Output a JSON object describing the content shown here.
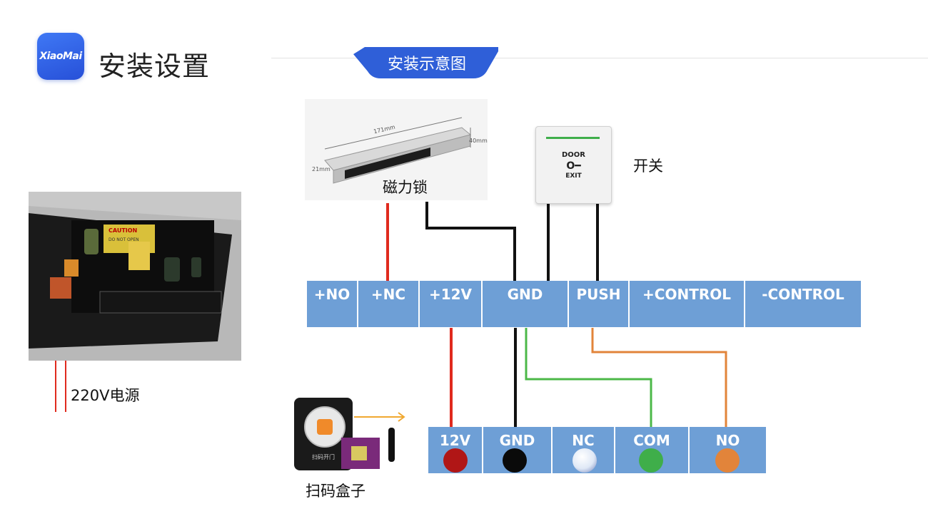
{
  "header": {
    "logo_text": "XiaoMai",
    "title": "安装设置",
    "tab_label": "安装示意图"
  },
  "labels": {
    "magnetic_lock": "磁力锁",
    "switch": "开关",
    "power": "220V电源",
    "scanner_box": "扫码盒子"
  },
  "lock_image": {
    "dim_length": "171mm",
    "dim_height": "40mm",
    "dim_depth": "21mm"
  },
  "exit_button": {
    "top_text": "DOOR",
    "bottom_text": "EXIT"
  },
  "psu_image": {
    "caution_title": "CAUTION",
    "caution_text": "DO NOT OPEN"
  },
  "scanner_image": {
    "device_text": "扫码开门"
  },
  "controller_terminals": [
    "+NO",
    "+NC",
    "+12V",
    "GND",
    "PUSH",
    "+CONTROL",
    "-CONTROL"
  ],
  "relay_terminals": [
    {
      "label": "12V",
      "color": "#b01616"
    },
    {
      "label": "GND",
      "color": "#0a0a0a"
    },
    {
      "label": "NC",
      "color": "#e8eef8"
    },
    {
      "label": "COM",
      "color": "#3fae4a"
    },
    {
      "label": "NO",
      "color": "#e2843a"
    }
  ],
  "wire_colors": {
    "red": "#e02a1e",
    "black": "#111111",
    "green": "#4cb848",
    "orange": "#e2843a",
    "arrow": "#f0a830"
  }
}
